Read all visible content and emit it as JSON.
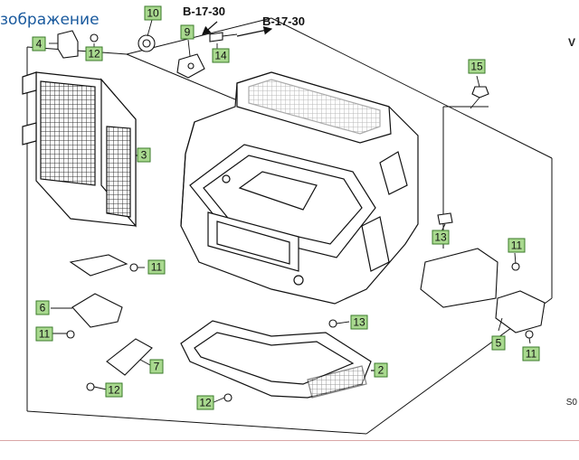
{
  "header": {
    "title": "зображение",
    "corner_code": "S0",
    "corner_mark": "V"
  },
  "diagram": {
    "refs": [
      "B-17-30",
      "B-17-30"
    ],
    "callouts": [
      {
        "id": "c10",
        "label": "10"
      },
      {
        "id": "c9",
        "label": "9"
      },
      {
        "id": "c4",
        "label": "4"
      },
      {
        "id": "c12a",
        "label": "12"
      },
      {
        "id": "c14",
        "label": "14"
      },
      {
        "id": "c15",
        "label": "15"
      },
      {
        "id": "c3",
        "label": "3"
      },
      {
        "id": "c13a",
        "label": "13"
      },
      {
        "id": "c11a",
        "label": "11"
      },
      {
        "id": "c11b",
        "label": "11"
      },
      {
        "id": "c6",
        "label": "6"
      },
      {
        "id": "c11c",
        "label": "11"
      },
      {
        "id": "c13b",
        "label": "13"
      },
      {
        "id": "c5",
        "label": "5"
      },
      {
        "id": "c11d",
        "label": "11"
      },
      {
        "id": "c7",
        "label": "7"
      },
      {
        "id": "c2",
        "label": "2"
      },
      {
        "id": "c12b",
        "label": "12"
      },
      {
        "id": "c12c",
        "label": "12"
      }
    ]
  }
}
